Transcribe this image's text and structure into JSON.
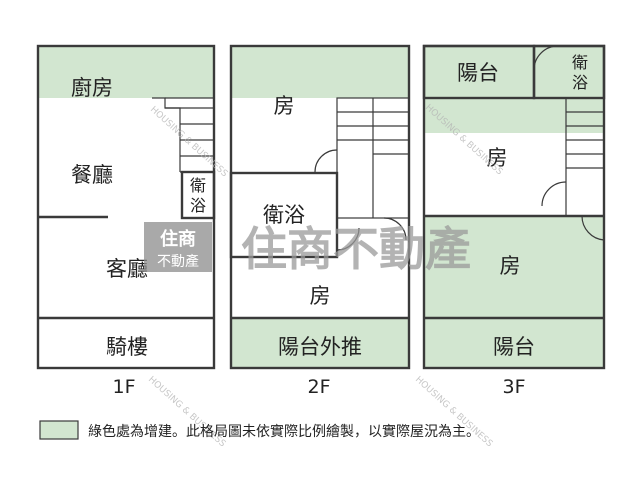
{
  "colors": {
    "extension": "#d2e6d0",
    "wall": "#3a3a3a",
    "watermark": "#9a9a9a"
  },
  "floors": [
    {
      "label": "1F",
      "rooms": {
        "kitchen": "廚房",
        "dining": "餐廳",
        "bath": "衛浴",
        "living": "客廳",
        "arcade": "騎樓"
      }
    },
    {
      "label": "2F",
      "rooms": {
        "room_top": "房",
        "bath": "衛浴",
        "room_bottom": "房",
        "balcony": "陽台外推"
      }
    },
    {
      "label": "3F",
      "rooms": {
        "balcony_top": "陽台",
        "bath": "衛浴",
        "room_top": "房",
        "room_bottom": "房",
        "balcony_bottom": "陽台"
      }
    }
  ],
  "legend": {
    "text": "綠色處為增建。此格局圖未依實際比例繪製，以實際屋況為主。"
  },
  "watermark": {
    "logo_line1": "住商",
    "logo_line2": "不動產",
    "brand": "住商不動產",
    "subtitle": "HOUSING & BUSINESS"
  }
}
